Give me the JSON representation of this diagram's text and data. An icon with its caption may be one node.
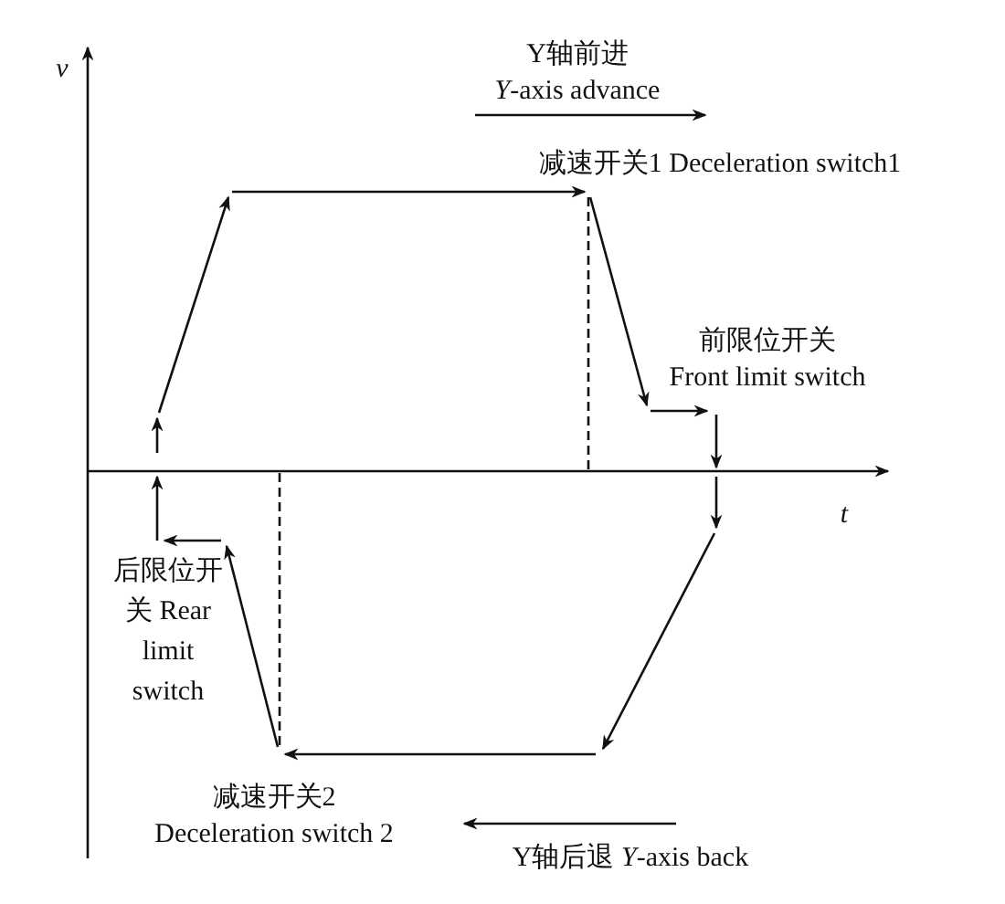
{
  "diagram": {
    "labels": [
      "*v*",
      "Y轴前进",
      "*Y*-axis advance",
      "减速开关1 Deceleration switch1",
      "前限位开关",
      "Front limit switch",
      "*t*",
      "后限位开关 Rear limit switch",
      "减速开关2",
      "Deceleration switch 2",
      "Y轴后退 *Y*-axis back"
    ]
  }
}
